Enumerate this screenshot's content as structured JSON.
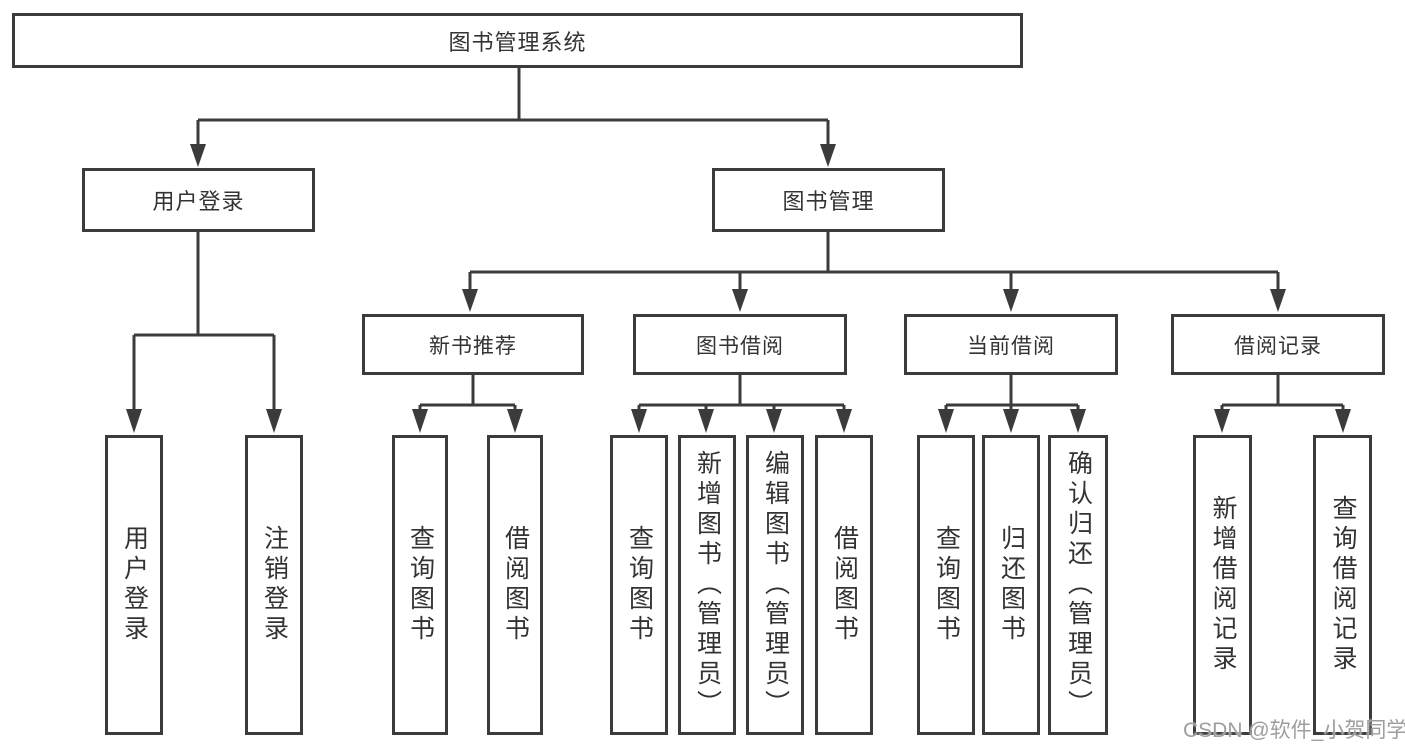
{
  "diagram_type": "hierarchy-tree",
  "colors": {
    "line": "#3b3b3b",
    "box_border": "#3b3b3b",
    "text": "#333333",
    "background": "#ffffff",
    "watermark": "#9e9e9e"
  },
  "tree": {
    "label": "图书管理系统",
    "children": [
      {
        "label": "用户登录",
        "children": [
          {
            "label": "用户登录"
          },
          {
            "label": "注销登录"
          }
        ]
      },
      {
        "label": "图书管理",
        "children": [
          {
            "label": "新书推荐",
            "children": [
              {
                "label": "查询图书"
              },
              {
                "label": "借阅图书"
              }
            ]
          },
          {
            "label": "图书借阅",
            "children": [
              {
                "label": "查询图书"
              },
              {
                "label": "新增图书（管理员）"
              },
              {
                "label": "编辑图书（管理员）"
              },
              {
                "label": "借阅图书"
              }
            ]
          },
          {
            "label": "当前借阅",
            "children": [
              {
                "label": "查询图书"
              },
              {
                "label": "归还图书"
              },
              {
                "label": "确认归还（管理员）"
              }
            ]
          },
          {
            "label": "借阅记录",
            "children": [
              {
                "label": "新增借阅记录"
              },
              {
                "label": "查询借阅记录"
              }
            ]
          }
        ]
      }
    ]
  },
  "watermark": {
    "text": "CSDN @软件_小贺同学"
  }
}
